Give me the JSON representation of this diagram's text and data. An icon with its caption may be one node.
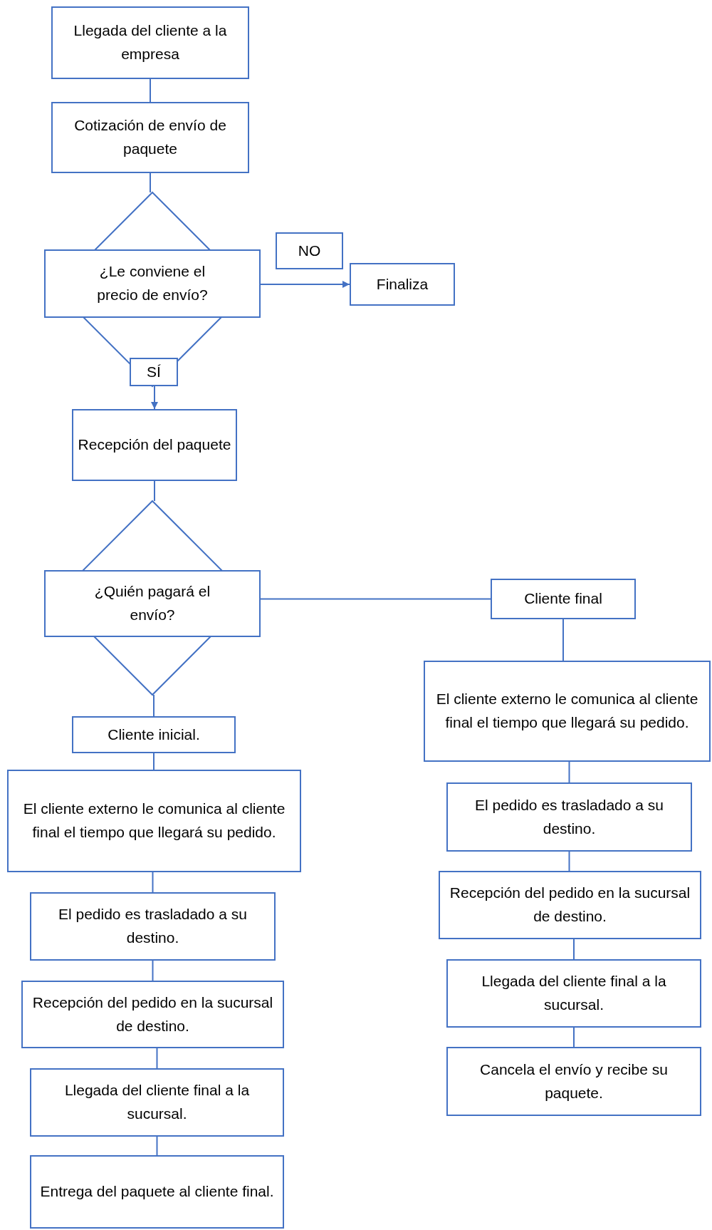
{
  "diagram": {
    "nodes": [
      {
        "text": [
          "Llegada del cliente a la empresa"
        ]
      },
      {
        "text": [
          "Cotización de envío de paquete"
        ]
      },
      {
        "text": [
          "¿Le conviene el precio de envío?"
        ]
      },
      {
        "text": [
          "Finaliza"
        ]
      },
      {
        "text": [
          "Recepción del paquete"
        ]
      },
      {
        "text": [
          "¿Quién pagará el envío?"
        ]
      },
      {
        "text": [
          "Cliente final"
        ]
      },
      {
        "text": [
          "Cliente inicial."
        ]
      },
      {
        "text": [
          "El cliente externo le comunica al cliente final el tiempo que llegará su pedido."
        ]
      },
      {
        "text": [
          "El pedido es trasladado a su destino."
        ]
      },
      {
        "text": [
          "Recepción del pedido en la sucursal de destino."
        ]
      },
      {
        "text": [
          "Llegada del cliente final a la sucursal."
        ]
      },
      {
        "text": [
          "Entrega del paquete al cliente final."
        ]
      },
      {
        "text": [
          "El cliente externo le comunica al cliente final el tiempo que llegará su pedido."
        ]
      },
      {
        "text": [
          "El pedido es trasladado a su destino."
        ]
      },
      {
        "text": [
          "Recepción del pedido en la sucursal de destino."
        ]
      },
      {
        "text": [
          "Llegada del cliente final a la sucursal."
        ]
      },
      {
        "text": [
          "Cancela el envío y recibe su paquete."
        ]
      }
    ],
    "edges": [
      {
        "from": 0,
        "to": 1,
        "arrow": "none"
      },
      {
        "from": 1,
        "to": 2,
        "arrow": "none"
      },
      {
        "from": 2,
        "to": 3,
        "arrow": "to",
        "label": "NO"
      },
      {
        "from": 2,
        "to": 4,
        "arrow": "to",
        "label": "SÍ"
      },
      {
        "from": 4,
        "to": 5,
        "arrow": "none"
      },
      {
        "from": 5,
        "to": 6,
        "arrow": "none"
      },
      {
        "from": 5,
        "to": 7,
        "arrow": "none"
      },
      {
        "from": 7,
        "to": 8,
        "arrow": "none"
      },
      {
        "from": 8,
        "to": 9,
        "arrow": "none"
      },
      {
        "from": 9,
        "to": 10,
        "arrow": "none"
      },
      {
        "from": 10,
        "to": 11,
        "arrow": "none"
      },
      {
        "from": 11,
        "to": 12,
        "arrow": "none"
      },
      {
        "from": 6,
        "to": 13,
        "arrow": "none"
      },
      {
        "from": 13,
        "to": 14,
        "arrow": "none"
      },
      {
        "from": 14,
        "to": 15,
        "arrow": "none"
      },
      {
        "from": 15,
        "to": 16,
        "arrow": "none"
      },
      {
        "from": 16,
        "to": 17,
        "arrow": "none"
      }
    ]
  }
}
